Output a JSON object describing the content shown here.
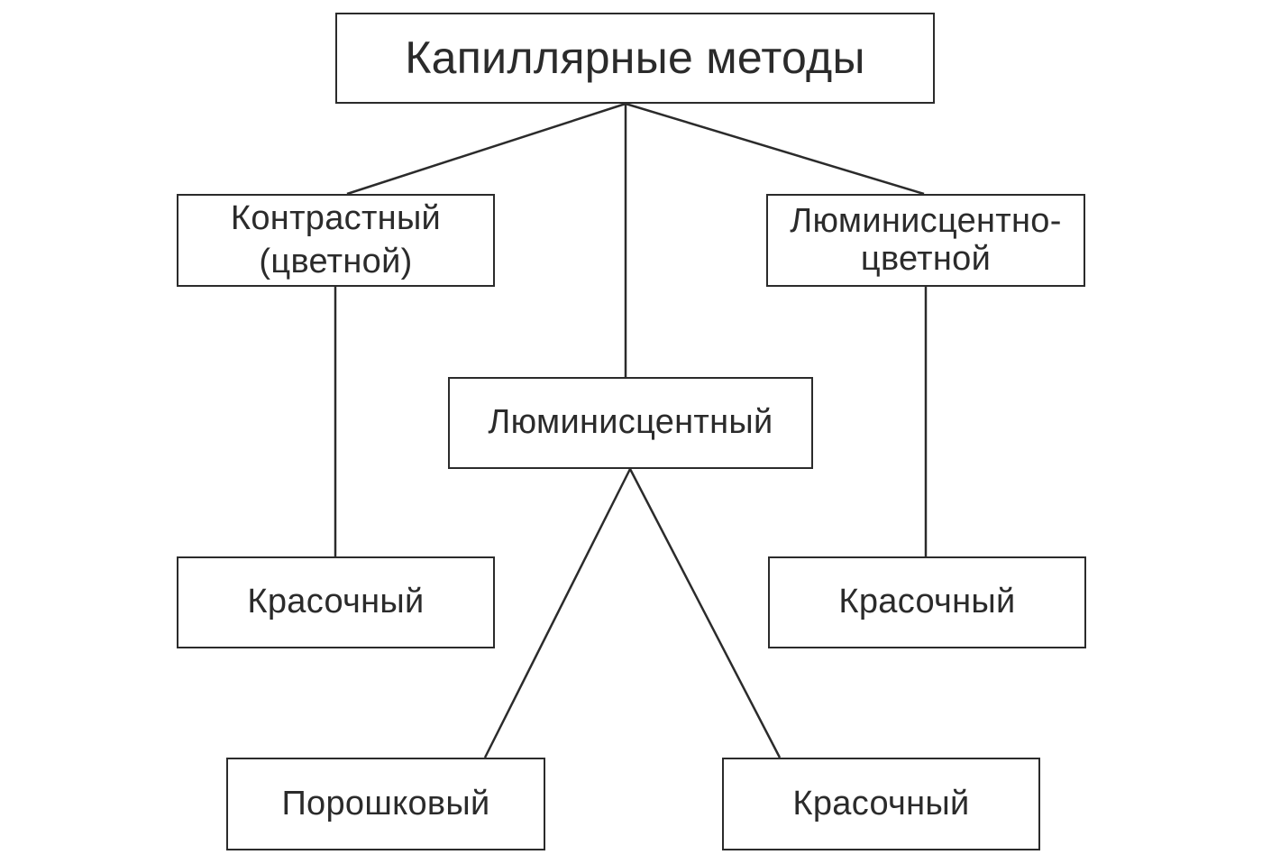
{
  "diagram": {
    "root": {
      "label": "Капиллярные методы"
    },
    "contrast": {
      "line1": "Контрастный",
      "line2": "(цветной)"
    },
    "luminescent_color": {
      "line1": "Люминисцентно-",
      "line2": "цветной"
    },
    "luminescent": {
      "label": "Люминисцентный"
    },
    "contrast_child": {
      "label": "Красочный"
    },
    "luminescent_color_child": {
      "label": "Красочный"
    },
    "luminescent_children": [
      {
        "label": "Порошковый"
      },
      {
        "label": "Красочный"
      }
    ]
  }
}
